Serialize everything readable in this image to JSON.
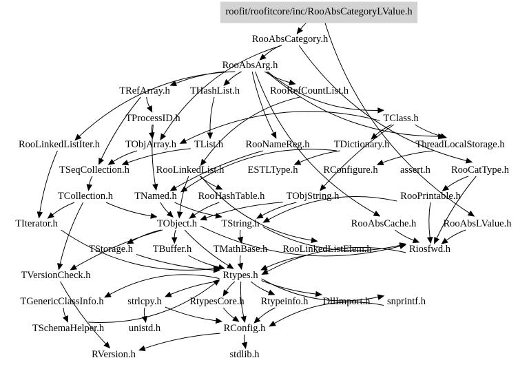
{
  "graph": {
    "title": "Include dependency graph",
    "root": "roofit/roofitcore/inc/RooAbsCategoryLValue.h",
    "root_fill": "#d3d3d3",
    "nodes": [
      {
        "id": "root",
        "label": "roofit/roofitcore/inc/RooAbsCategoryLValue.h"
      },
      {
        "id": "RooAbsCategory",
        "label": "RooAbsCategory.h"
      },
      {
        "id": "RooAbsArg",
        "label": "RooAbsArg.h"
      },
      {
        "id": "TRefArray",
        "label": "TRefArray.h"
      },
      {
        "id": "THashList",
        "label": "THashList.h"
      },
      {
        "id": "RooRefCountList",
        "label": "RooRefCountList.h"
      },
      {
        "id": "TProcessID",
        "label": "TProcessID.h"
      },
      {
        "id": "TClass",
        "label": "TClass.h"
      },
      {
        "id": "RooLinkedListIter",
        "label": "RooLinkedListIter.h"
      },
      {
        "id": "TObjArray",
        "label": "TObjArray.h"
      },
      {
        "id": "TList",
        "label": "TList.h"
      },
      {
        "id": "RooNameReg",
        "label": "RooNameReg.h"
      },
      {
        "id": "TDictionary",
        "label": "TDictionary.h"
      },
      {
        "id": "ThreadLocalStorage",
        "label": "ThreadLocalStorage.h"
      },
      {
        "id": "TSeqCollection",
        "label": "TSeqCollection.h"
      },
      {
        "id": "RooLinkedList",
        "label": "RooLinkedList.h"
      },
      {
        "id": "ESTLType",
        "label": "ESTLType.h"
      },
      {
        "id": "RConfigure",
        "label": "RConfigure.h"
      },
      {
        "id": "assert",
        "label": "assert.h"
      },
      {
        "id": "RooCatType",
        "label": "RooCatType.h"
      },
      {
        "id": "TCollection",
        "label": "TCollection.h"
      },
      {
        "id": "TNamed",
        "label": "TNamed.h"
      },
      {
        "id": "RooHashTable",
        "label": "RooHashTable.h"
      },
      {
        "id": "TObjString",
        "label": "TObjString.h"
      },
      {
        "id": "RooPrintable",
        "label": "RooPrintable.h"
      },
      {
        "id": "TIterator",
        "label": "TIterator.h"
      },
      {
        "id": "TObject",
        "label": "TObject.h"
      },
      {
        "id": "TString",
        "label": "TString.h"
      },
      {
        "id": "RooAbsCache",
        "label": "RooAbsCache.h"
      },
      {
        "id": "RooAbsLValue",
        "label": "RooAbsLValue.h"
      },
      {
        "id": "TStorage",
        "label": "TStorage.h"
      },
      {
        "id": "TBuffer",
        "label": "TBuffer.h"
      },
      {
        "id": "TMathBase",
        "label": "TMathBase.h"
      },
      {
        "id": "RooLinkedListElem",
        "label": "RooLinkedListElem.h"
      },
      {
        "id": "Riosfwd",
        "label": "Riosfwd.h"
      },
      {
        "id": "TVersionCheck",
        "label": "TVersionCheck.h"
      },
      {
        "id": "Rtypes",
        "label": "Rtypes.h"
      },
      {
        "id": "TGenericClassInfo",
        "label": "TGenericClassInfo.h"
      },
      {
        "id": "strlcpy",
        "label": "strlcpy.h"
      },
      {
        "id": "RtypesCore",
        "label": "RtypesCore.h"
      },
      {
        "id": "Rtypeinfo",
        "label": "Rtypeinfo.h"
      },
      {
        "id": "DllImport",
        "label": "DllImport.h"
      },
      {
        "id": "snprintf",
        "label": "snprintf.h"
      },
      {
        "id": "TSchemaHelper",
        "label": "TSchemaHelper.h"
      },
      {
        "id": "unistd",
        "label": "unistd.h"
      },
      {
        "id": "RConfig",
        "label": "RConfig.h"
      },
      {
        "id": "RVersion",
        "label": "RVersion.h"
      },
      {
        "id": "stdlib",
        "label": "stdlib.h"
      }
    ],
    "edges": [
      [
        "root",
        "RooAbsCategory"
      ],
      [
        "root",
        "RooAbsLValue"
      ],
      [
        "RooAbsCategory",
        "RooAbsArg"
      ],
      [
        "RooAbsCategory",
        "RooCatType"
      ],
      [
        "RooAbsCategory",
        "TObjArray"
      ],
      [
        "RooAbsArg",
        "TRefArray"
      ],
      [
        "RooAbsArg",
        "THashList"
      ],
      [
        "RooAbsArg",
        "RooRefCountList"
      ],
      [
        "RooAbsArg",
        "RooLinkedListIter"
      ],
      [
        "RooAbsArg",
        "RooNameReg"
      ],
      [
        "RooAbsArg",
        "TClass"
      ],
      [
        "RooAbsArg",
        "RooAbsCache"
      ],
      [
        "RooAbsArg",
        "ThreadLocalStorage"
      ],
      [
        "TRefArray",
        "TProcessID"
      ],
      [
        "TRefArray",
        "TSeqCollection"
      ],
      [
        "TProcessID",
        "TObjArray"
      ],
      [
        "TProcessID",
        "TNamed"
      ],
      [
        "THashList",
        "TList"
      ],
      [
        "RooRefCountList",
        "RooLinkedList"
      ],
      [
        "TClass",
        "TObjArray"
      ],
      [
        "TClass",
        "TDictionary"
      ],
      [
        "TClass",
        "ThreadLocalStorage"
      ],
      [
        "TClass",
        "TObjString"
      ],
      [
        "RooLinkedListIter",
        "TIterator"
      ],
      [
        "TObjArray",
        "TSeqCollection"
      ],
      [
        "TList",
        "TSeqCollection"
      ],
      [
        "RooNameReg",
        "TNamed"
      ],
      [
        "TDictionary",
        "TNamed"
      ],
      [
        "TDictionary",
        "ESTLType"
      ],
      [
        "ThreadLocalStorage",
        "RConfigure"
      ],
      [
        "TSeqCollection",
        "TCollection"
      ],
      [
        "RooLinkedList",
        "RooHashTable"
      ],
      [
        "RooLinkedList",
        "RooLinkedListElem"
      ],
      [
        "RooLinkedList",
        "TObject"
      ],
      [
        "TCollection",
        "TObject"
      ],
      [
        "TCollection",
        "TIterator"
      ],
      [
        "TCollection",
        "TVersionCheck"
      ],
      [
        "TNamed",
        "TObject"
      ],
      [
        "TNamed",
        "TString"
      ],
      [
        "RooHashTable",
        "TObject"
      ],
      [
        "TObjString",
        "TObject"
      ],
      [
        "TObjString",
        "TString"
      ],
      [
        "RooCatType",
        "RooPrintable"
      ],
      [
        "RooCatType",
        "Riosfwd"
      ],
      [
        "RooPrintable",
        "TString"
      ],
      [
        "RooPrintable",
        "Riosfwd"
      ],
      [
        "RooAbsCache",
        "Riosfwd"
      ],
      [
        "RooAbsLValue",
        "Riosfwd"
      ],
      [
        "TIterator",
        "Rtypes"
      ],
      [
        "TObject",
        "TStorage"
      ],
      [
        "TObject",
        "TBuffer"
      ],
      [
        "TObject",
        "Rtypes"
      ],
      [
        "TObject",
        "TVersionCheck"
      ],
      [
        "TObject",
        "Riosfwd"
      ],
      [
        "TString",
        "TMathBase"
      ],
      [
        "TString",
        "Riosfwd"
      ],
      [
        "TStorage",
        "Rtypes"
      ],
      [
        "TBuffer",
        "Rtypes"
      ],
      [
        "TMathBase",
        "Rtypes"
      ],
      [
        "RooLinkedListElem",
        "Rtypes"
      ],
      [
        "Riosfwd",
        "Rtypes"
      ],
      [
        "TVersionCheck",
        "RVersion"
      ],
      [
        "Rtypes",
        "TGenericClassInfo"
      ],
      [
        "Rtypes",
        "strlcpy"
      ],
      [
        "Rtypes",
        "RtypesCore"
      ],
      [
        "Rtypes",
        "Rtypeinfo"
      ],
      [
        "Rtypes",
        "DllImport"
      ],
      [
        "Rtypes",
        "snprintf"
      ],
      [
        "Rtypes",
        "RConfig"
      ],
      [
        "TGenericClassInfo",
        "TSchemaHelper"
      ],
      [
        "TSchemaHelper",
        "Rtypes"
      ],
      [
        "strlcpy",
        "unistd"
      ],
      [
        "strlcpy",
        "RConfig"
      ],
      [
        "RtypesCore",
        "RConfig"
      ],
      [
        "Rtypeinfo",
        "RConfig"
      ],
      [
        "snprintf",
        "RConfig"
      ],
      [
        "RConfig",
        "RVersion"
      ],
      [
        "RConfig",
        "stdlib"
      ]
    ]
  }
}
